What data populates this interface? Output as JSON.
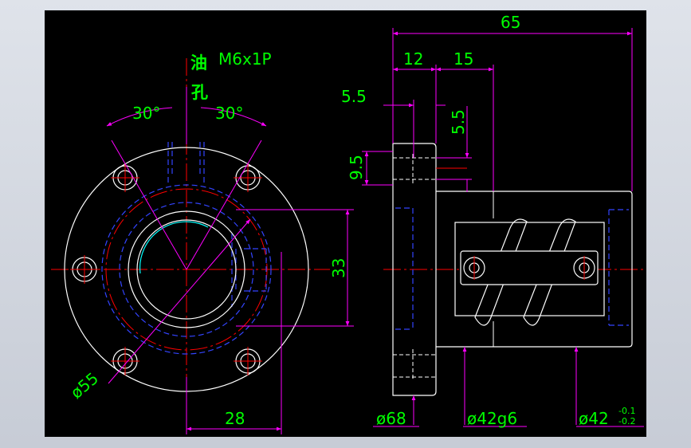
{
  "drawing": {
    "background_color": "#000000",
    "frame_color": "#d4d0c8",
    "colors": {
      "outline": "#ffffff",
      "dimension": "#ff00ff",
      "text": "#00ff00",
      "center_line": "#ff0000",
      "hidden_line": "#0000ff",
      "thread": "#00ffff"
    },
    "labels": {
      "oil_hole_char1": "油",
      "oil_hole_char2": "孔",
      "oil_thread": "M6x1P",
      "angle_left": "30°",
      "angle_right": "30°",
      "dia_55": "ø55",
      "dim_28": "28",
      "dim_33": "33",
      "dim_65": "65",
      "dim_12": "12",
      "dim_15": "15",
      "dim_5_5_h": "5.5",
      "dim_5_5_v": "5.5",
      "dim_9_5": "9.5",
      "dia_68": "ø68",
      "dia_42g6": "ø42g6",
      "dia_42": "ø42",
      "tol_upper": "-0.1",
      "tol_lower": "-0.2"
    }
  }
}
